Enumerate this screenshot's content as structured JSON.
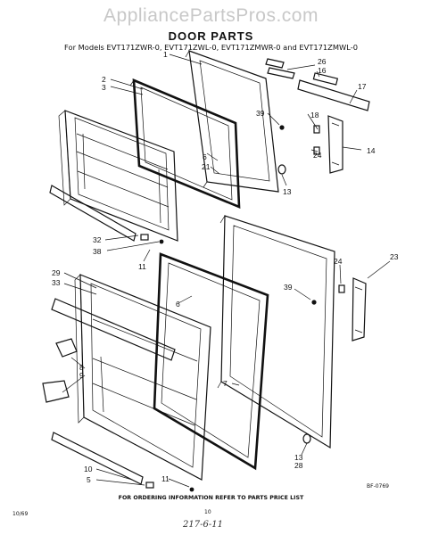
{
  "watermark": "AppliancePartsPros.com",
  "title": "DOOR PARTS",
  "subtitle": "For Models EVT171ZWR-0, EVT171ZWL-0, EVT171ZMWR-0 and EVT171ZMWL-0",
  "callouts": [
    "1",
    "2",
    "3",
    "26",
    "16",
    "17",
    "18",
    "39",
    "6",
    "21",
    "24",
    "14",
    "13",
    "32",
    "38",
    "11",
    "23",
    "24",
    "39",
    "29",
    "33",
    "6",
    "8",
    "9",
    "7",
    "10",
    "5",
    "11",
    "13",
    "28"
  ],
  "figure_code": "BF-0769",
  "footer": "FOR ORDERING INFORMATION REFER TO PARTS PRICE LIST",
  "page_number": "10",
  "page_code": "10/69",
  "handwriting": "217-6-11"
}
